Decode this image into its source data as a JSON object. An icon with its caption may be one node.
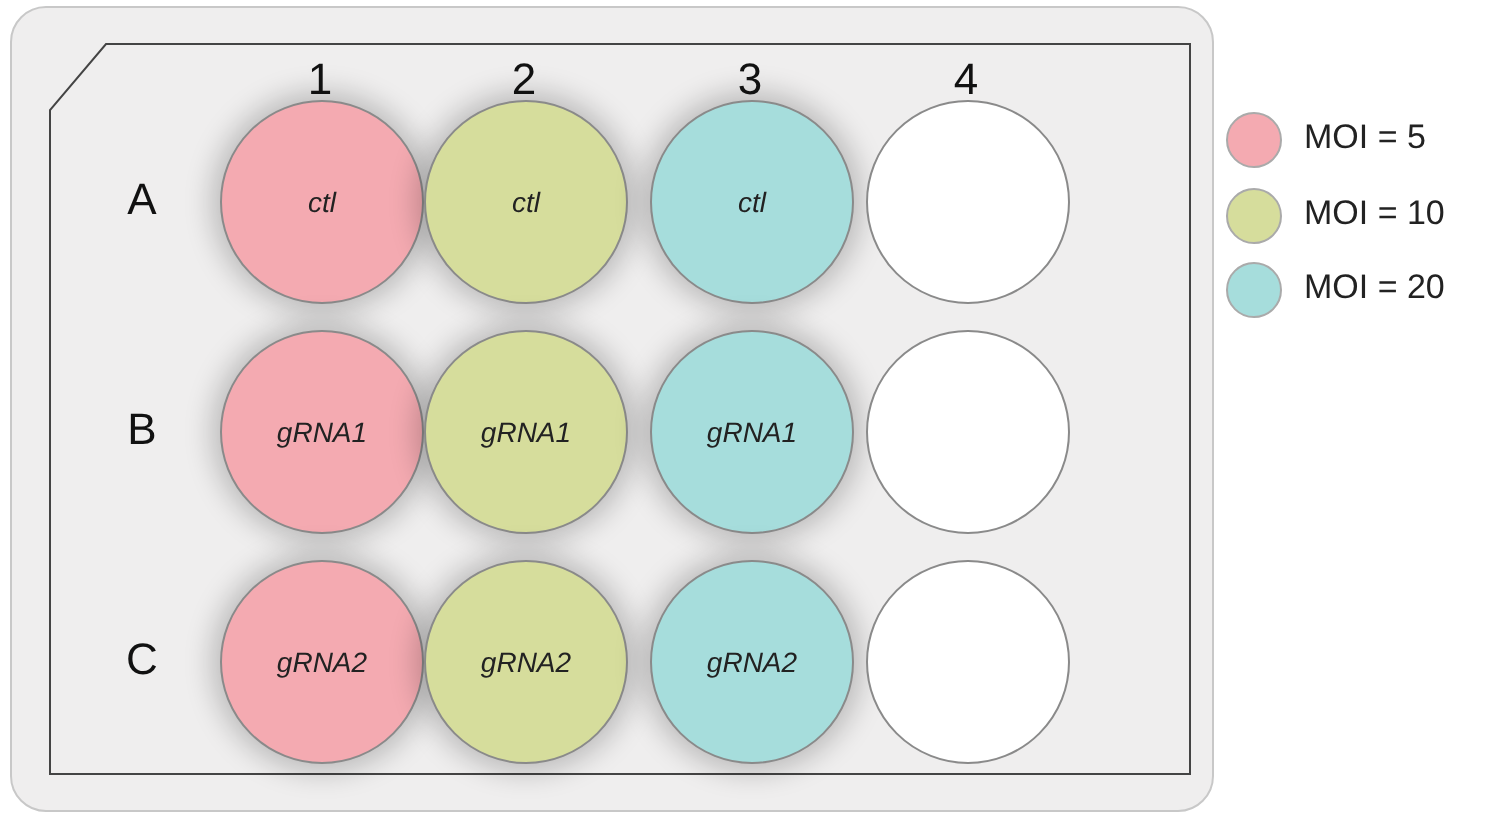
{
  "diagram": {
    "nodes": [
      {
        "text": [],
        "shape": "box"
      },
      {
        "text": [
          "ctl"
        ],
        "in": 0
      },
      {
        "text": [
          "ctl"
        ],
        "in": 0
      },
      {
        "text": [
          "ctl"
        ],
        "in": 0
      },
      {
        "text": [],
        "shape": "circle",
        "in": 0
      },
      {
        "text": [
          "gRNA1"
        ],
        "in": 0
      },
      {
        "text": [
          "gRNA1"
        ],
        "in": 0
      },
      {
        "text": [
          "gRNA1"
        ],
        "in": 0
      },
      {
        "text": [],
        "shape": "circle",
        "in": 0
      },
      {
        "text": [
          "gRNA2"
        ],
        "in": 0
      },
      {
        "text": [
          "gRNA2"
        ],
        "in": 0
      },
      {
        "text": [
          "gRNA2"
        ],
        "in": 0
      },
      {
        "text": [],
        "shape": "circle",
        "in": 0
      }
    ],
    "labels": [
      "1",
      "2",
      "3",
      "4",
      "A",
      "B",
      "C"
    ],
    "legend": [
      {
        "text": "MOI = 5",
        "color": "#f4aab1"
      },
      {
        "text": "MOI = 10",
        "color": "#d6dd9c"
      },
      {
        "text": "MOI = 20",
        "color": "#a6dddc"
      }
    ]
  }
}
